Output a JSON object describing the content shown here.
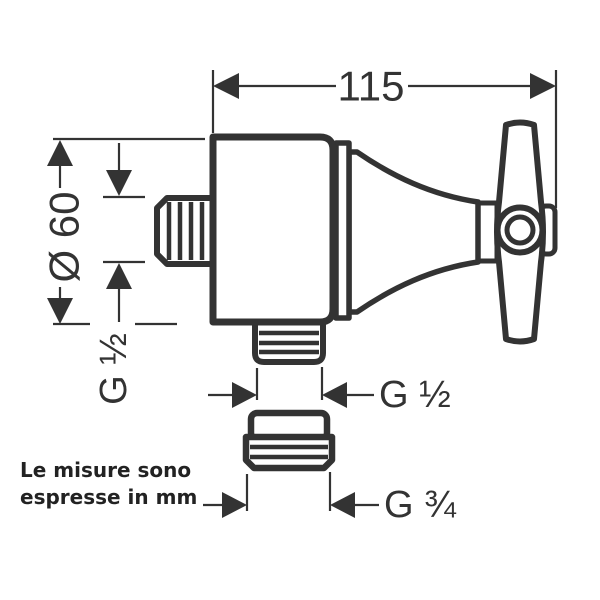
{
  "colors": {
    "line": "#333333",
    "text": "#333333",
    "note": "#222222",
    "background": "#ffffff"
  },
  "dimensions": {
    "overall_width": "115",
    "escutcheon_diameter": "Ø 60",
    "inlet_thread": "G ½",
    "outlet_thread": "G ½",
    "nut_thread": "G ¾"
  },
  "note": {
    "line1": "Le misure sono",
    "line2": "espresse in mm"
  }
}
